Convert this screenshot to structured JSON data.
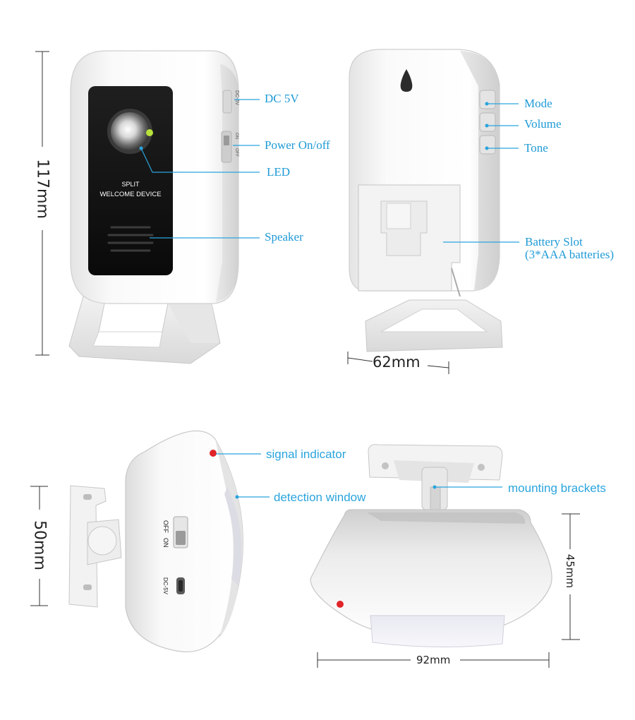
{
  "receiver_front": {
    "face_line1": "SPLIT",
    "face_line2": "WELCOME DEVICE",
    "side_port": "DC-5V",
    "side_switch_on": "ON",
    "side_switch_off": "OFF",
    "labels": {
      "dc": "DC 5V",
      "power": "Power On/off",
      "led": "LED",
      "speaker": "Speaker"
    },
    "height_dim": "117mm"
  },
  "receiver_back": {
    "labels": {
      "mode": "Mode",
      "volume": "Volume",
      "tone": "Tone",
      "battery_line1": "Battery Slot",
      "battery_line2": "(3*AAA batteries)"
    },
    "width_dim": "62mm"
  },
  "sensor_side": {
    "switch_off": "OFF",
    "switch_on": "ON",
    "port": "DC-5V",
    "labels": {
      "signal": "signal indicator",
      "detection": "detection window"
    },
    "height_dim": "50mm"
  },
  "sensor_top": {
    "labels": {
      "brackets": "mounting brackets"
    },
    "height_dim": "45mm",
    "width_dim": "92mm"
  },
  "colors": {
    "label_blue": "#2aa4dd",
    "device_white": "#f7f7f7",
    "face_black": "#111111",
    "indicator_red": "#e0242a"
  }
}
